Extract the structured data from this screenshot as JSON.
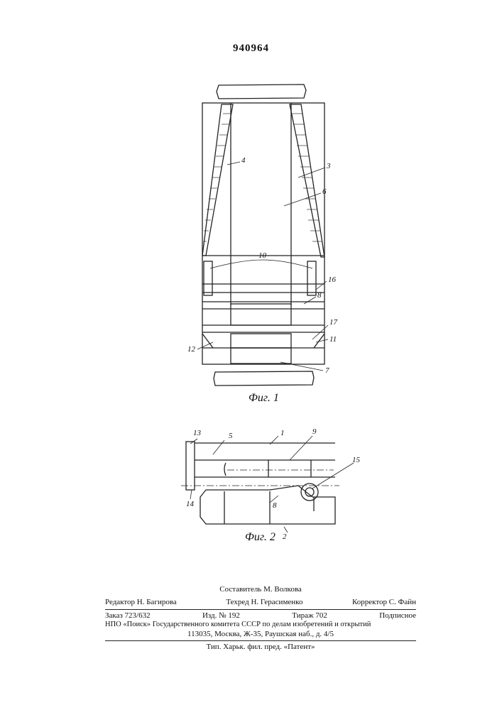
{
  "patent_number": "940964",
  "figure1": {
    "caption": "Фиг. 1",
    "callouts": [
      "4",
      "3",
      "6",
      "10",
      "16",
      "8",
      "17",
      "11",
      "12",
      "7"
    ]
  },
  "figure2": {
    "caption": "Фиг. 2",
    "callouts": [
      "13",
      "5",
      "1",
      "9",
      "15",
      "14",
      "8",
      "2"
    ]
  },
  "imprint": {
    "compiler": "Составитель М. Волкова",
    "editor": "Редактор Н. Багирова",
    "techred": "Техред Н. Герасименко",
    "corrector": "Корректор С. Файн",
    "order": "Заказ 723/632",
    "edition_no": "Изд. № 192",
    "circulation": "Тираж 702",
    "subscription": "Подписное",
    "org_line": "НПО «Поиск» Государственного комитета СССР по делам изобретений и открытий",
    "address": "113035, Москва, Ж-35, Раушская наб., д. 4/5",
    "printer": "Тип. Харьк. фил. пред. «Патент»"
  }
}
